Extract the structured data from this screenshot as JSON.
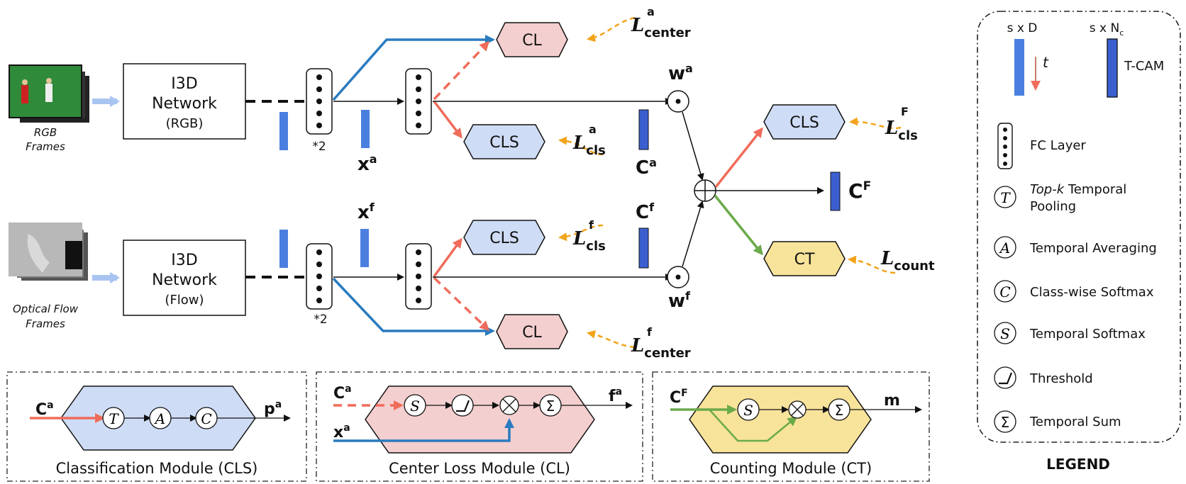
{
  "inputs": {
    "rgb_caption_1": "RGB",
    "rgb_caption_2": "Frames",
    "flow_caption_1": "Optical Flow",
    "flow_caption_2": "Frames"
  },
  "networks": {
    "rgb": {
      "line1": "I3D",
      "line2": "Network",
      "line3": "(RGB)"
    },
    "flow": {
      "line1": "I3D",
      "line2": "Network",
      "line3": "(Flow)"
    }
  },
  "fc_repeat_top": "*2",
  "fc_repeat_bottom": "*2",
  "features": {
    "x_a_base": "x",
    "x_a_sup": "a",
    "x_f_base": "x",
    "x_f_sup": "f"
  },
  "cams": {
    "c_a_base": "C",
    "c_a_sup": "a",
    "c_f_base": "C",
    "c_f_sup": "f",
    "c_F_base": "C",
    "c_F_sup": "F"
  },
  "weights": {
    "w_a_base": "w",
    "w_a_sup": "a",
    "w_f_base": "w",
    "w_f_sup": "f"
  },
  "blocks": {
    "cl_top": "CL",
    "cls_top": "CLS",
    "cls_flow": "CLS",
    "cl_bottom": "CL",
    "cls_fused": "CLS",
    "ct": "CT"
  },
  "losses": {
    "center_a": {
      "sym": "L",
      "sub": "center",
      "sup": "a"
    },
    "cls_a": {
      "sym": "L",
      "sub": "cls",
      "sup": "a"
    },
    "cls_f": {
      "sym": "L",
      "sub": "cls",
      "sup": "f"
    },
    "center_f": {
      "sym": "L",
      "sub": "center",
      "sup": "f"
    },
    "cls_F": {
      "sym": "L",
      "sub": "cls",
      "sup": "F"
    },
    "count": {
      "sym": "L",
      "sub": "count"
    }
  },
  "modules": {
    "cls": {
      "title": "Classification Module (CLS)",
      "in_base": "C",
      "in_sup": "a",
      "out_base": "p",
      "out_sup": "a",
      "ops": [
        "T",
        "A",
        "C"
      ]
    },
    "cl": {
      "title": "Center Loss Module (CL)",
      "in1_base": "C",
      "in1_sup": "a",
      "in2_base": "x",
      "in2_sup": "a",
      "out_base": "f",
      "out_sup": "a",
      "ops": [
        "S",
        "⊗",
        "Σ"
      ]
    },
    "ct": {
      "title": "Counting Module (CT)",
      "in_base": "C",
      "in_sup": "F",
      "out": "m",
      "ops": [
        "S",
        "⊗",
        "Σ"
      ]
    }
  },
  "legend": {
    "title": "LEGEND",
    "feat_dim": "s x D",
    "cam_dim_base": "s x N",
    "cam_dim_sub": "c",
    "time_symbol": "t",
    "cam_label": "T-CAM",
    "fc_label": "FC Layer",
    "topk_italic": "Top-k",
    "topk_rest": " Temporal",
    "topk_line2": "Pooling",
    "items": [
      {
        "symbol": "A",
        "label": "Temporal Averaging"
      },
      {
        "symbol": "C",
        "label": "Class-wise Softmax"
      },
      {
        "symbol": "S",
        "label": "Temporal Softmax"
      },
      {
        "symbol": "",
        "label": "Threshold"
      },
      {
        "symbol": "Σ",
        "label": "Temporal Sum"
      }
    ],
    "topk_symbol": "T"
  },
  "colors": {
    "blue_bar": "#4a7fe0",
    "dark_blue_bar": "#3b5fcf",
    "cls_fill": "#cfdcf6",
    "cl_fill": "#f4cfcf",
    "ct_fill": "#f8e39a",
    "arrow_red": "#f06c5a",
    "arrow_blue": "#2a7bbf",
    "arrow_green": "#6aaa4a",
    "loss_orange": "#f2a31a",
    "caption_green": "#3d6b22"
  }
}
